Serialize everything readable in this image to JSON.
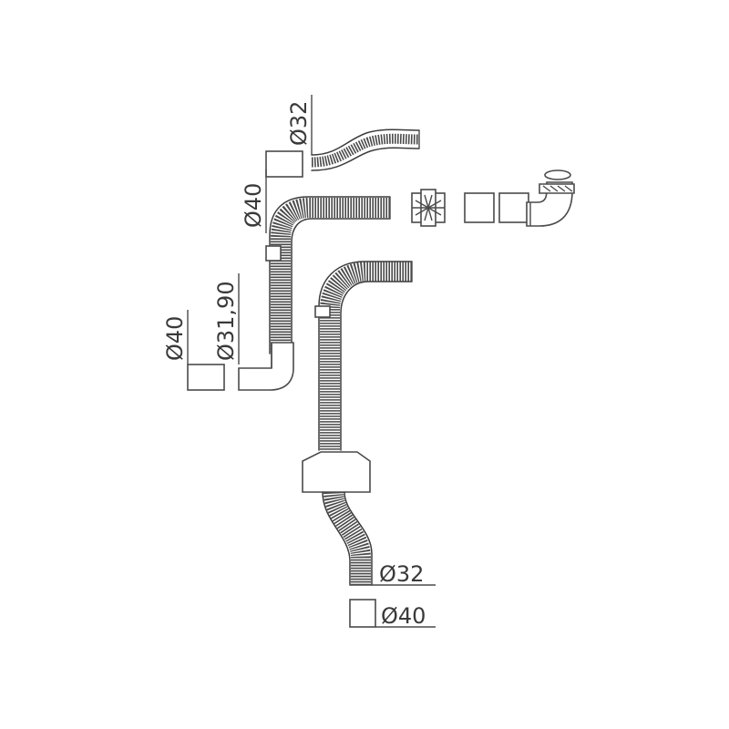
{
  "dimensions": {
    "d32_top": "Ø32",
    "d40_upper": "Ø40",
    "d40_left": "Ø40",
    "d3190": "Ø31,90",
    "d32_bottom": "Ø32",
    "d40_bottom": "Ø40"
  }
}
